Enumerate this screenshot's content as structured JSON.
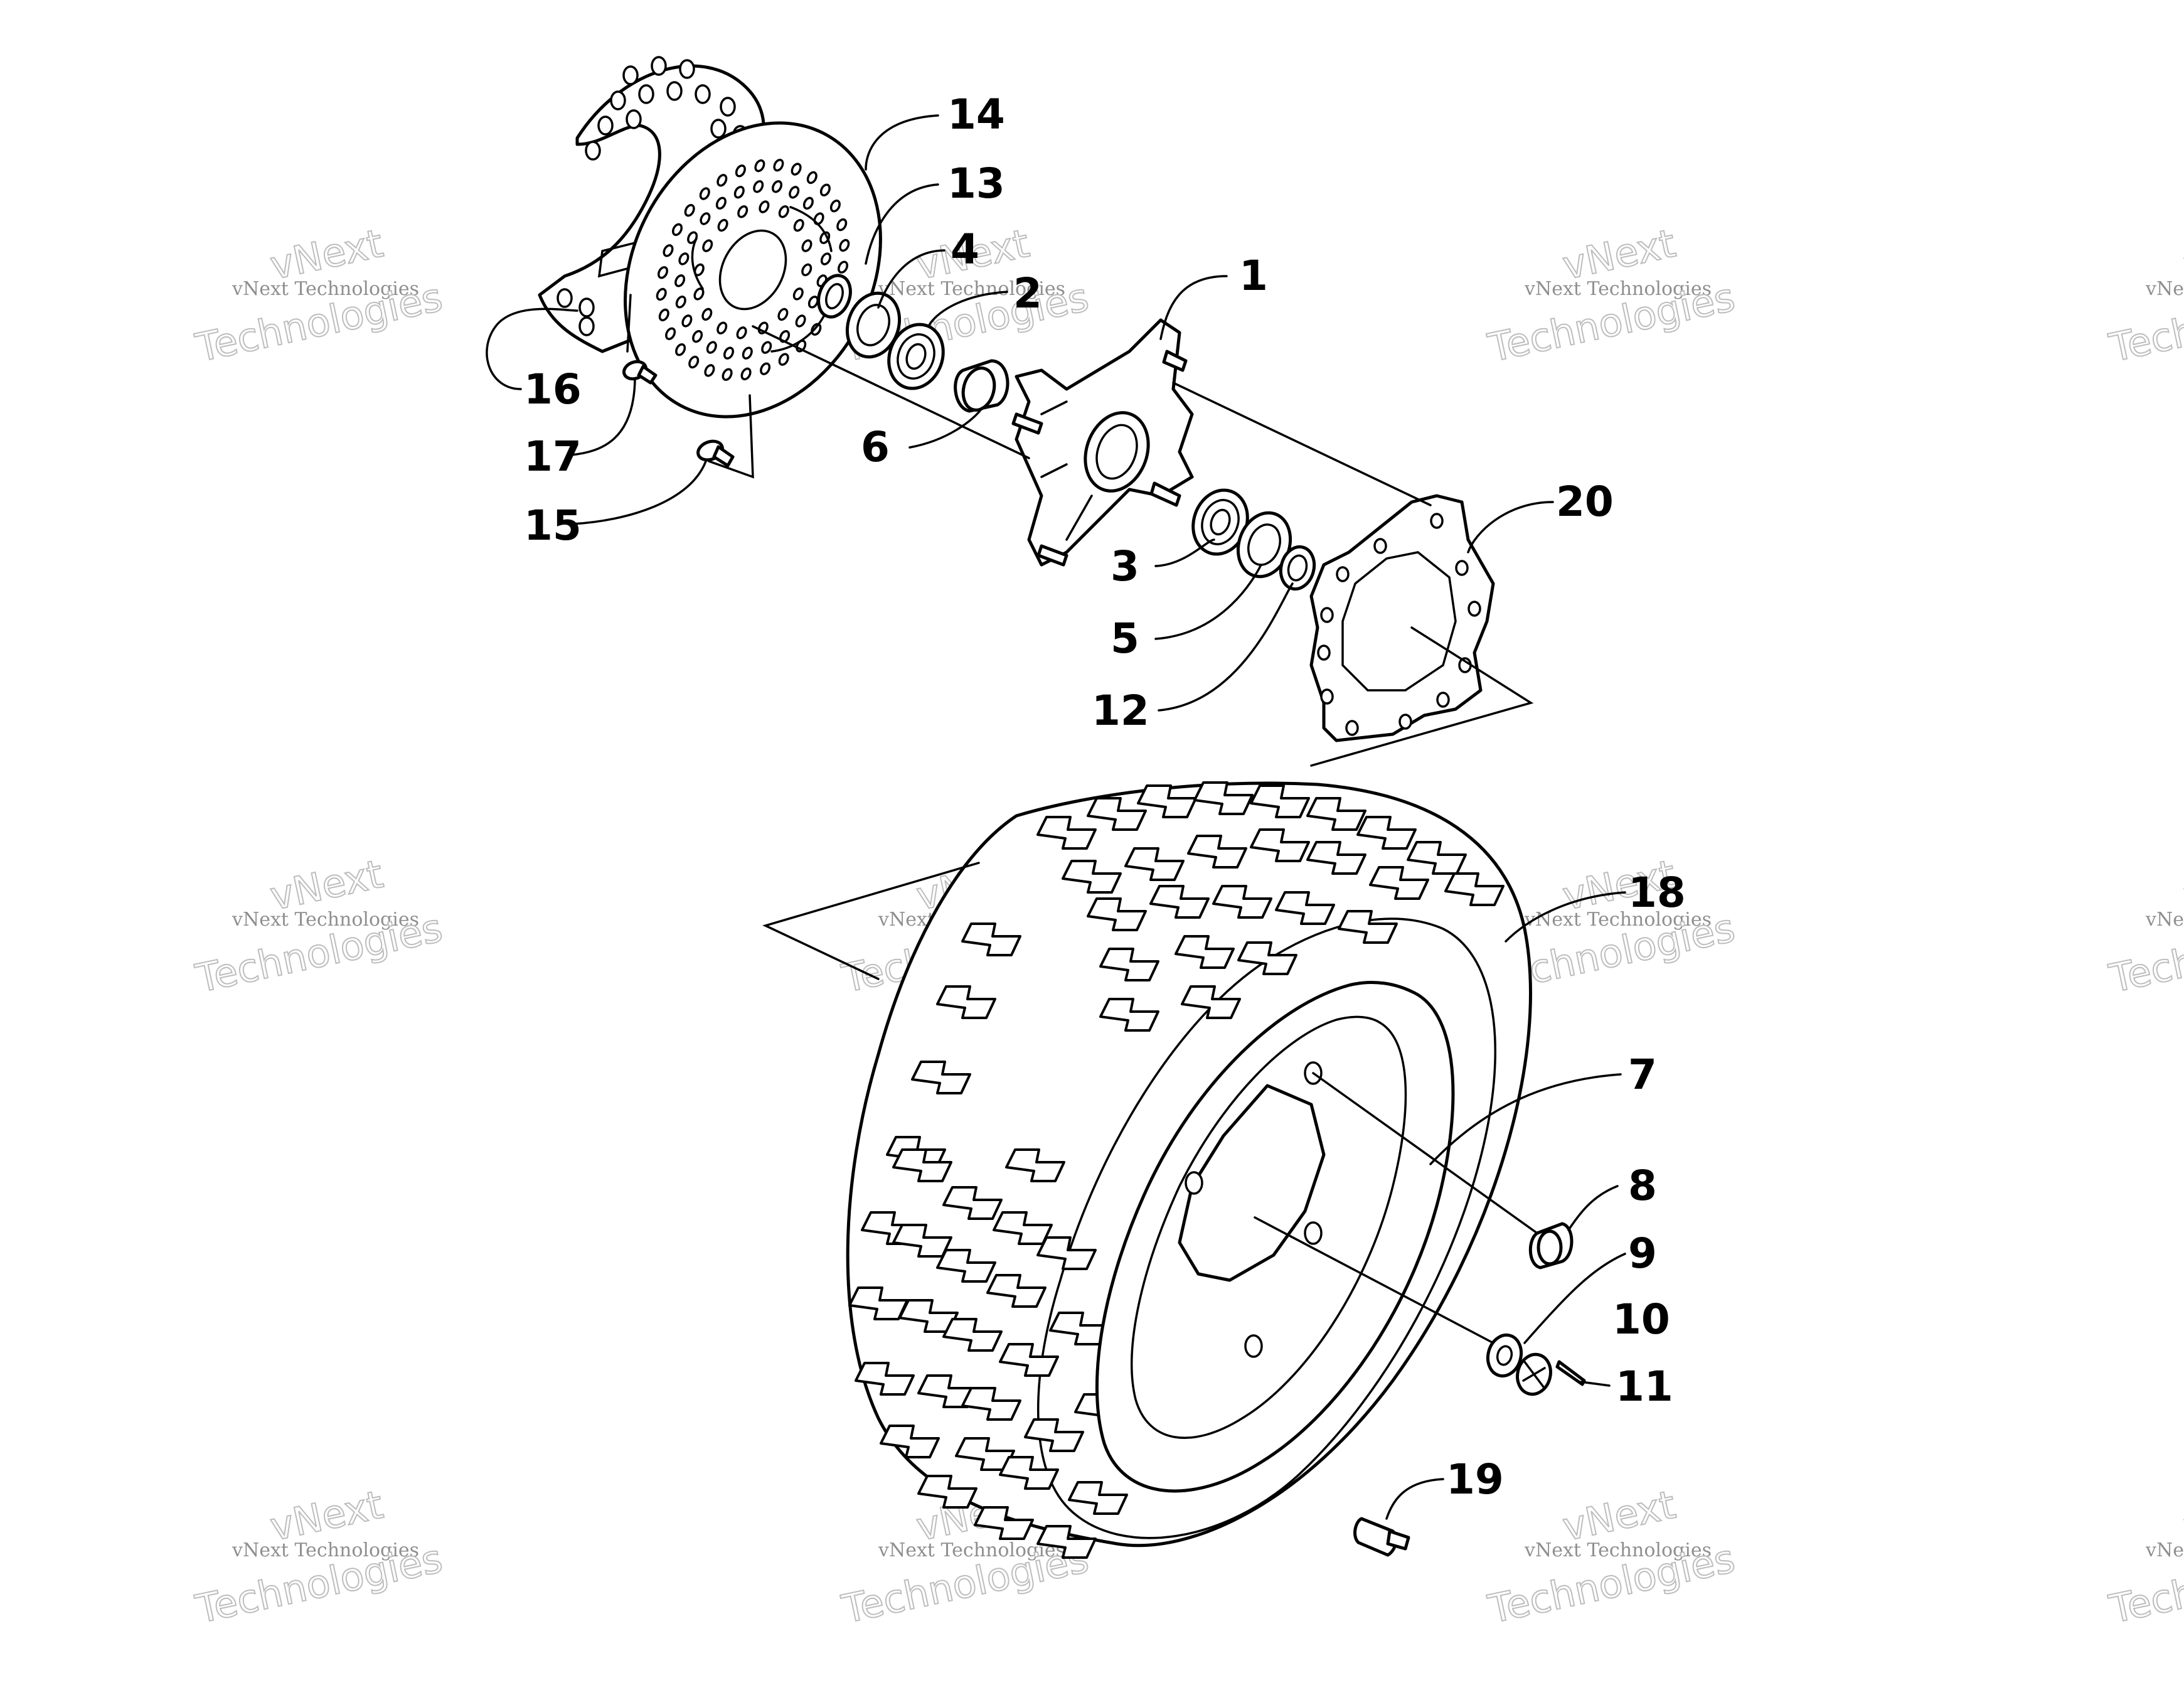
{
  "diagram": {
    "type": "exploded-parts-view",
    "part_numbers": [
      "1",
      "2",
      "3",
      "4",
      "5",
      "6",
      "7",
      "8",
      "9",
      "10",
      "11",
      "12",
      "13",
      "14",
      "15",
      "16",
      "17",
      "18",
      "19",
      "20"
    ]
  },
  "watermark": {
    "line1": "vNext Technologies",
    "line2": "Technologies",
    "top": "vNext"
  }
}
